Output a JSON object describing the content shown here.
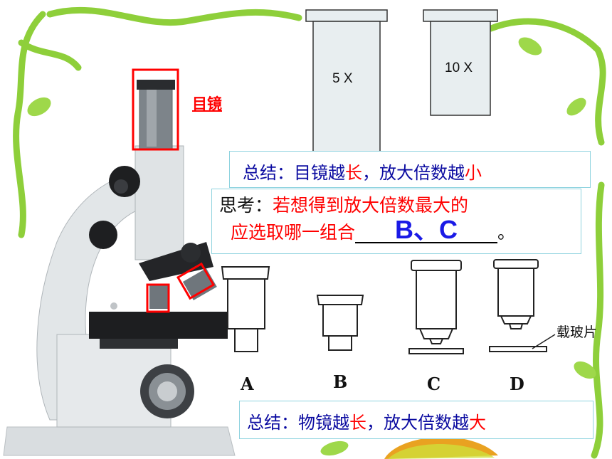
{
  "eyepiece_label": "目镜",
  "tubes": [
    {
      "name": "tube-5x",
      "label": "5  X"
    },
    {
      "name": "tube-10x",
      "label": "10  X"
    }
  ],
  "summary_eyepiece": {
    "prefix": "总结：目镜越",
    "key1": "长",
    "middle": "，放大倍数越",
    "key2": "小"
  },
  "think": {
    "lead": "思考：",
    "line1": "若想得到放大倍数最大的",
    "line2": "应选取哪一组合",
    "answer": "B、C",
    "end": "。"
  },
  "lens_letters": [
    "A",
    "B",
    "C",
    "D"
  ],
  "slide_label": "载玻片",
  "summary_objective": {
    "prefix": "总结：物镜越",
    "key1": "长",
    "middle": "，放大倍数越",
    "key2": "大"
  },
  "colors": {
    "highlight": "#ff0000",
    "summary_text": "#0a0aa0",
    "answer": "#1a1ae6",
    "box_border": "#8fd3df",
    "vine": "#8ecf3a"
  }
}
